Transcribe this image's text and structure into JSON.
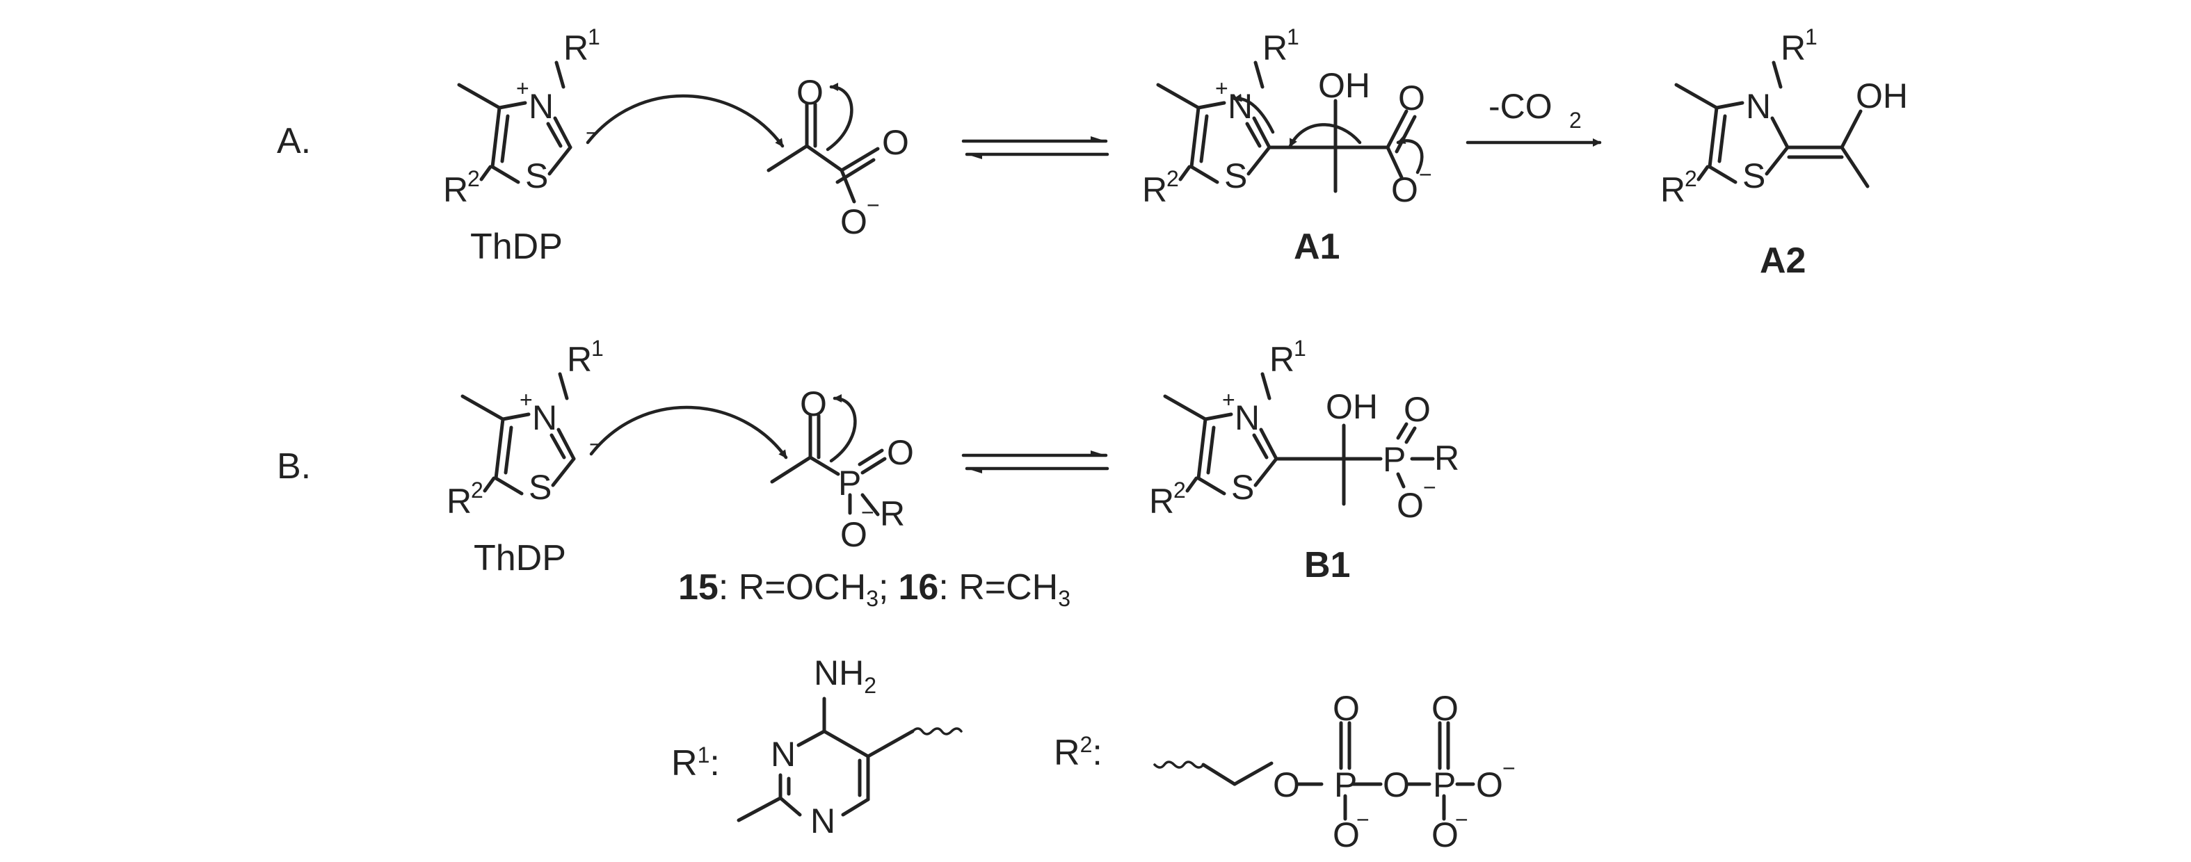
{
  "scheme": {
    "panel_a": {
      "label": "A.",
      "reagent_label": "ThDP",
      "intermediate1_label": "A1",
      "intermediate2_label": "A2",
      "condition": "-CO",
      "condition_sub": "2"
    },
    "panel_b": {
      "label": "B.",
      "reagent_label": "ThDP",
      "compound_15_number": "15",
      "compound_15_text": ": R=OCH",
      "compound_15_sub": "3",
      "separator": ";",
      "compound_16_number": "16",
      "compound_16_text": ": R=CH",
      "compound_16_sub": "3",
      "intermediate_label": "B1"
    },
    "substituents": {
      "r1_label": "R",
      "r1_sup": "1",
      "r1_colon": ":",
      "r2_label": "R",
      "r2_sup": "2",
      "r2_colon": ":"
    },
    "atoms": {
      "N": "N",
      "S": "S",
      "O": "O",
      "P": "P",
      "OH": "OH",
      "R": "R",
      "NH": "NH",
      "sub2": "2",
      "sup1": "1",
      "sup2": "2",
      "plus": "+",
      "minus": "−"
    }
  }
}
